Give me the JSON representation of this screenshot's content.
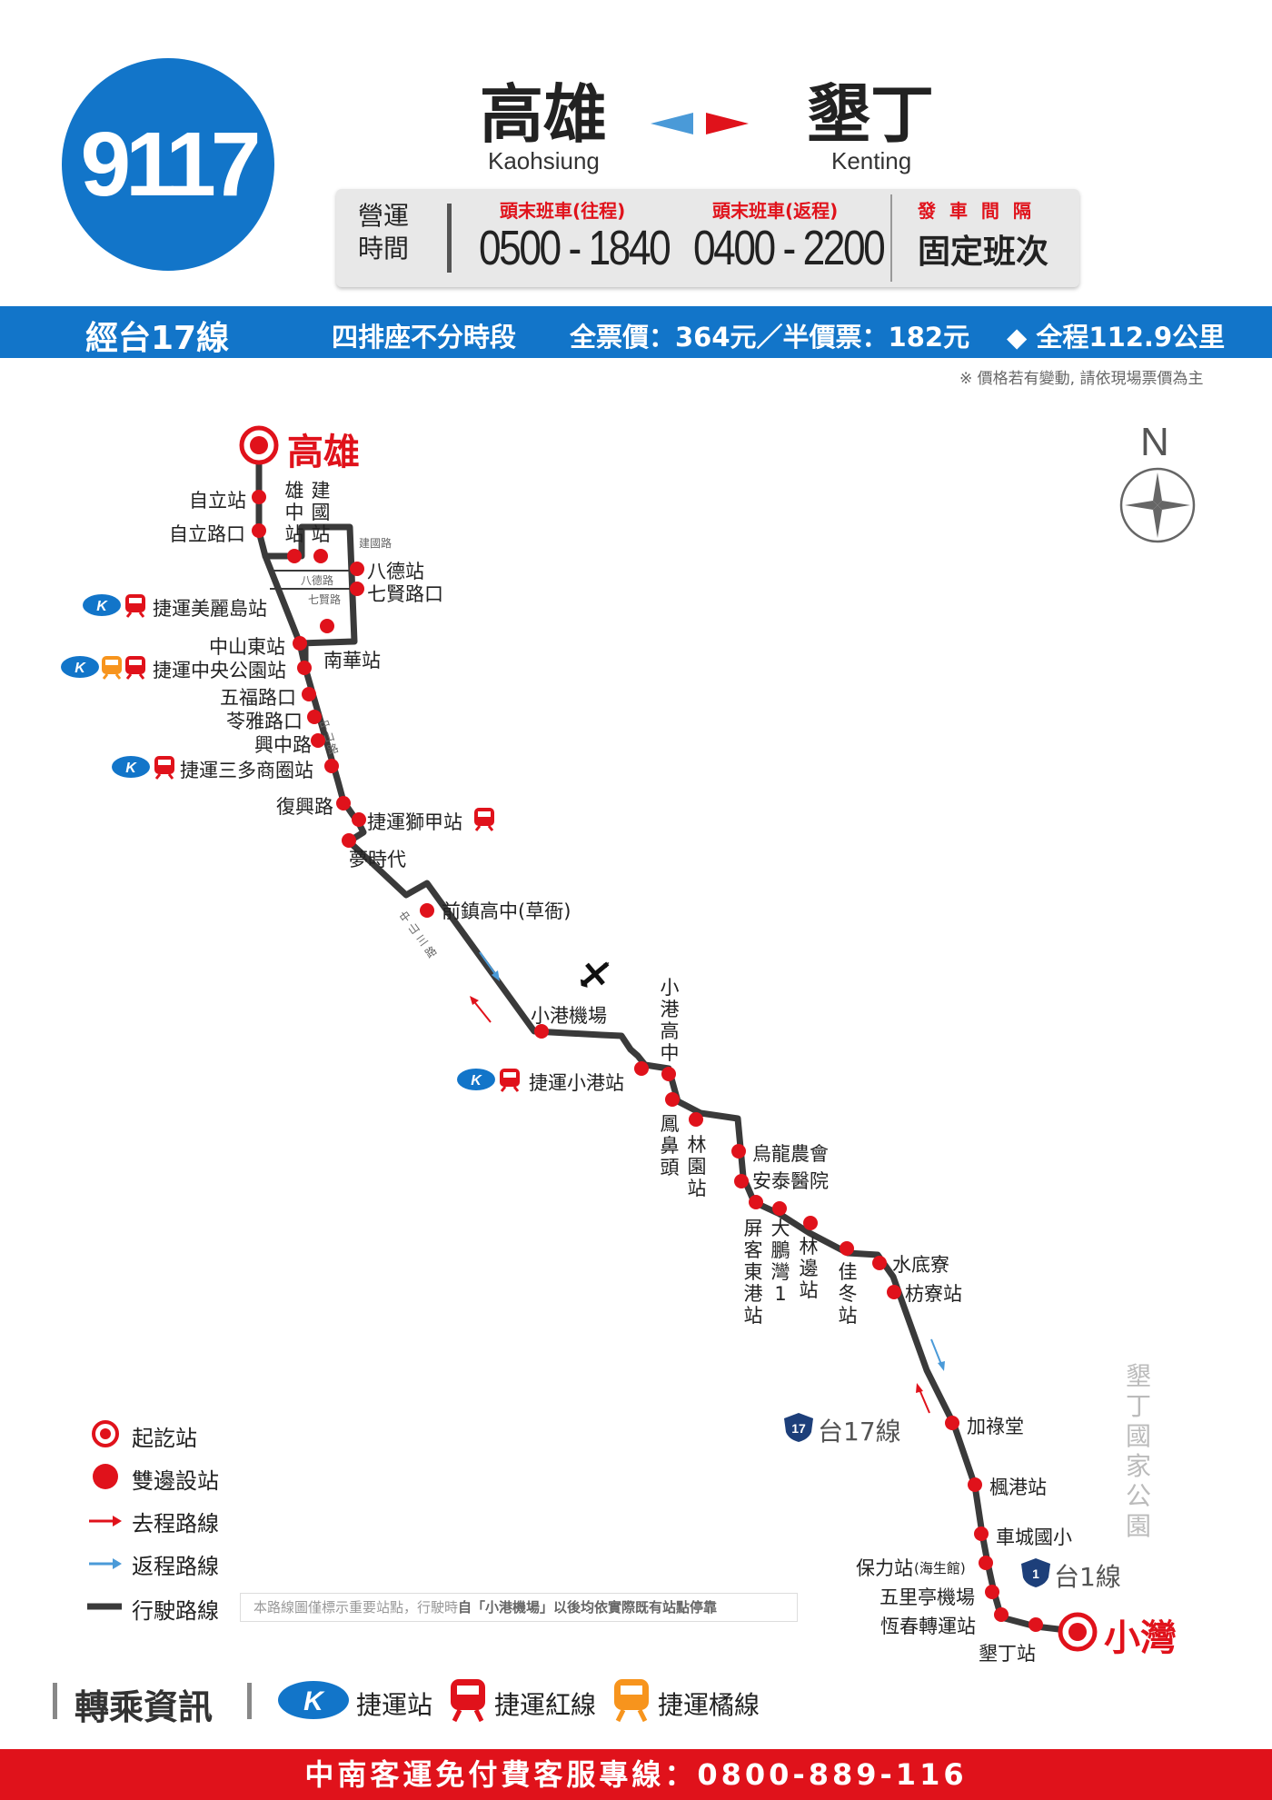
{
  "route": {
    "number": "9117"
  },
  "header": {
    "origin_zh": "高雄",
    "origin_en": "Kaohsiung",
    "dest_zh": "墾丁",
    "dest_en": "Kenting",
    "colors": {
      "brand_blue": "#1275c9",
      "accent_red": "#e0121b",
      "orange": "#f7941d"
    }
  },
  "hours": {
    "label": "營運時間",
    "label_line1": "營運",
    "label_line2": "時間",
    "outbound_head": "頭末班車(往程)",
    "outbound_time": "0500 - 1840",
    "return_head": "頭末班車(返程)",
    "return_time": "0400 - 2200",
    "interval_head": "發 車 間 隔",
    "interval_value": "固定班次"
  },
  "info_bar": {
    "line": "經台17線",
    "seats": "四排座不分時段",
    "fare": "全票價：364元／半價票：182元",
    "distance": "◆ 全程112.9公里"
  },
  "price_note": "※ 價格若有變動, 請依現場票價為主",
  "compass": {
    "label": "N"
  },
  "map": {
    "origin": "高雄",
    "destination": "小灣",
    "stops_horizontal": [
      "自立站",
      "自立路口",
      "八德站",
      "七賢路口",
      "捷運美麗島站",
      "中山東站",
      "南華站",
      "捷運中央公園站",
      "五福路口",
      "苓雅路口",
      "興中路",
      "捷運三多商圈站",
      "復興路",
      "捷運獅甲站",
      "夢時代",
      "前鎮高中(草衙)",
      "小港機場",
      "捷運小港站",
      "烏龍農會",
      "安泰醫院",
      "水底寮",
      "枋寮站",
      "加祿堂",
      "楓港站",
      "車城國小",
      "保力站",
      "(海生館)",
      "五里亭機場",
      "恆春轉運站",
      "墾丁站"
    ],
    "stops_vertical": [
      "雄中站",
      "建國站",
      "小港高中",
      "鳳鼻頭",
      "林園站",
      "屏客東港站",
      "大鵬灣1",
      "林邊站",
      "佳冬站"
    ],
    "roads": [
      "建國路",
      "八德路",
      "七賢路",
      "中山路",
      "中山三路"
    ],
    "highway_17": {
      "number": "17",
      "label": "台17線"
    },
    "highway_1": {
      "number": "1",
      "label": "台1線"
    },
    "park": "墾丁國家公園"
  },
  "legend": {
    "items": [
      "起訖站",
      "雙邊設站",
      "去程路線",
      "返程路線",
      "行駛路線"
    ],
    "note_prefix": "本路線圖僅標示重要站點，行駛時",
    "note_bold": "自「小港機場」以後均依實際既有站點停靠"
  },
  "transfer": {
    "title": "轉乘資訊",
    "mrt_station": "捷運站",
    "red_line": "捷運紅線",
    "orange_line": "捷運橘線"
  },
  "footer": {
    "hotline": "中南客運免付費客服專線：0800-889-116"
  }
}
